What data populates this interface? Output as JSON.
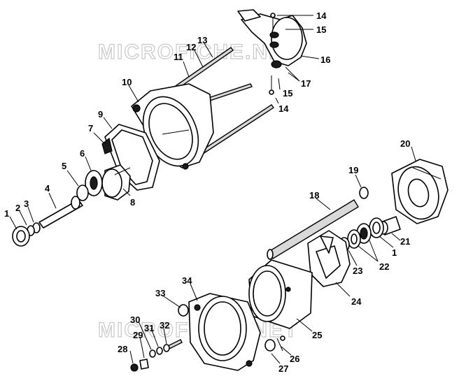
{
  "watermark": {
    "text": "MICROFICHE.NET"
  },
  "callouts": {
    "c1a": "1",
    "c2": "2",
    "c3": "3",
    "c4": "4",
    "c5": "5",
    "c6": "6",
    "c7": "7",
    "c8": "8",
    "c9": "9",
    "c10": "10",
    "c11": "11",
    "c12": "12",
    "c13": "13",
    "c14a": "14",
    "c14b": "14",
    "c15a": "15",
    "c15b": "15",
    "c16": "16",
    "c17": "17",
    "c18": "18",
    "c19": "19",
    "c20": "20",
    "c21": "21",
    "c22": "22",
    "c1b": "1",
    "c23": "23",
    "c24": "24",
    "c25": "25",
    "c26": "26",
    "c27": "27",
    "c28": "28",
    "c29": "29",
    "c30": "30",
    "c31": "31",
    "c32": "32",
    "c33": "33",
    "c34": "34"
  }
}
